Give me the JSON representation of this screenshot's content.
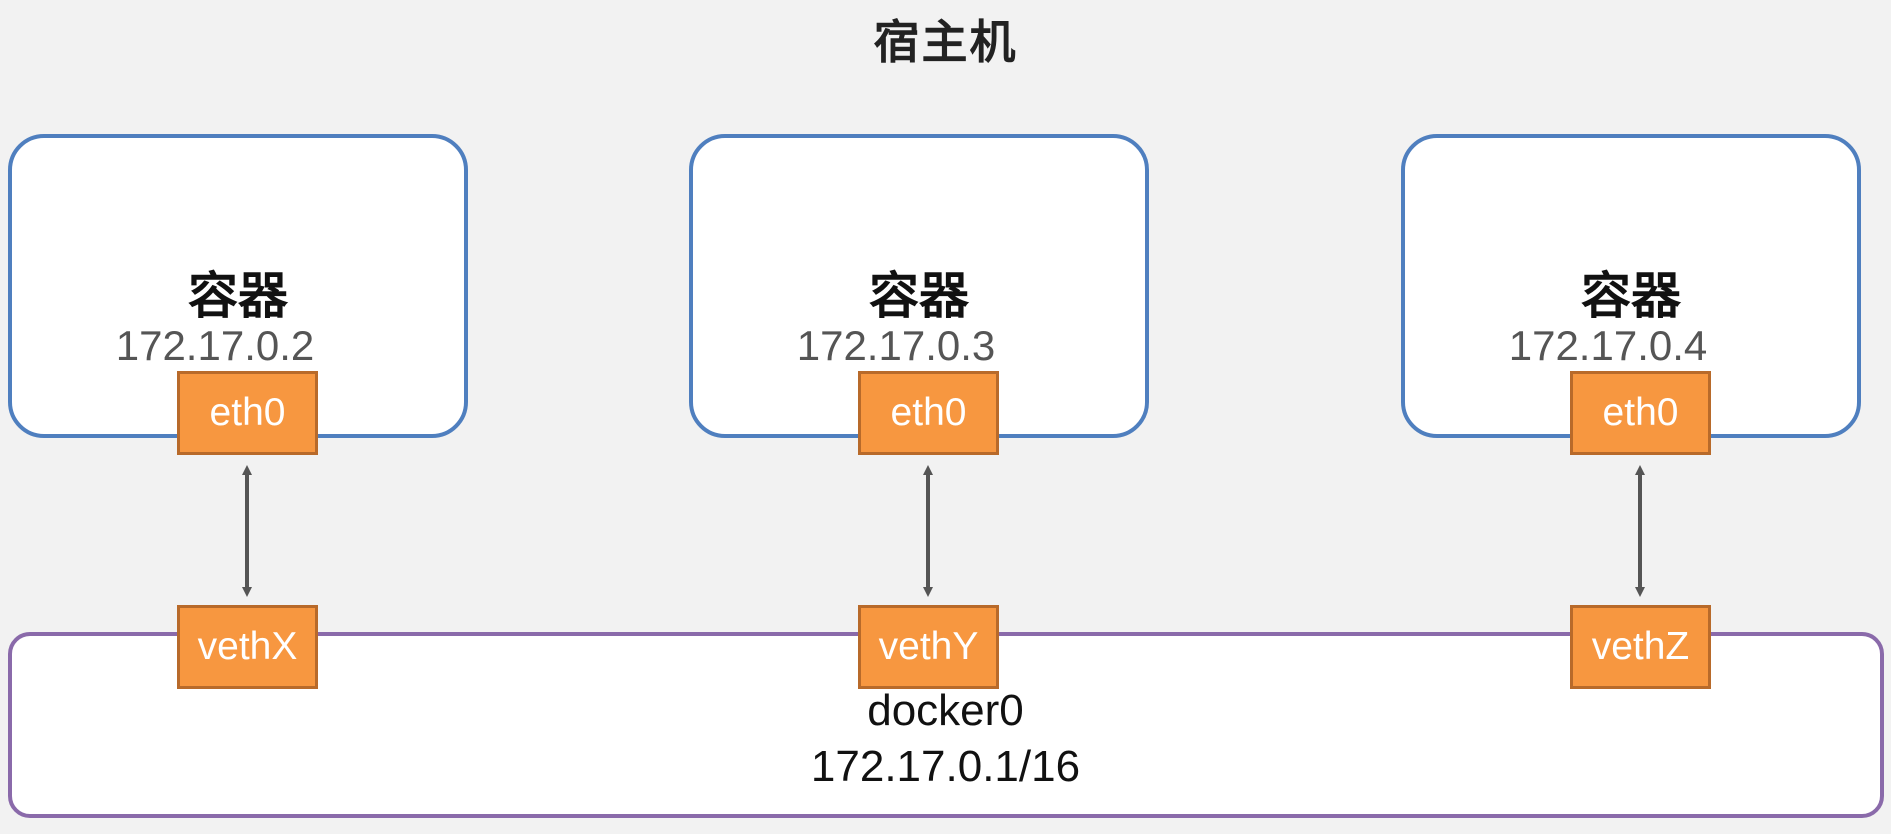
{
  "host": {
    "title": "宿主机"
  },
  "containers": [
    {
      "label": "容器",
      "ip": "172.17.0.2",
      "iface": "eth0"
    },
    {
      "label": "容器",
      "ip": "172.17.0.3",
      "iface": "eth0"
    },
    {
      "label": "容器",
      "ip": "172.17.0.4",
      "iface": "eth0"
    }
  ],
  "bridge": {
    "name": "docker0",
    "ip": "172.17.0.1/16",
    "veths": [
      "vethX",
      "vethY",
      "vethZ"
    ]
  },
  "colors": {
    "container_border": "#4f7fbf",
    "bridge_border": "#8a6aaa",
    "iface_fill": "#f79740",
    "link": "#555555"
  }
}
